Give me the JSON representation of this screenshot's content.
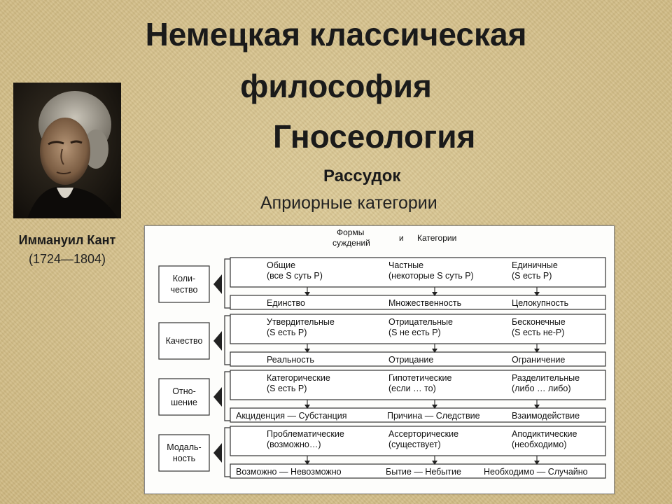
{
  "title": {
    "line1": "Немецкая классическая",
    "line2": "философия",
    "line3": "Гносеология"
  },
  "subtitle": {
    "bold": "Рассудок",
    "normal": "Априорные категории"
  },
  "person": {
    "name": "Иммануил Кант",
    "years": "(1724—1804)"
  },
  "table": {
    "header": {
      "forms_line1": "Формы",
      "forms_line2": "суждений",
      "and": "и",
      "categories": "Категории"
    },
    "groups": [
      {
        "label": [
          "Коли-",
          "чество"
        ],
        "forms": [
          [
            "Общие",
            "(все S суть Р)"
          ],
          [
            "Частные",
            "(некоторые S суть Р)"
          ],
          [
            "Единичные",
            "(S есть Р)"
          ]
        ],
        "categories": [
          "Единство",
          "Множественность",
          "Целокупность"
        ]
      },
      {
        "label": [
          "Качество"
        ],
        "forms": [
          [
            "Утвердительные",
            "(S есть Р)"
          ],
          [
            "Отрицательные",
            "(S не есть Р)"
          ],
          [
            "Бесконечные",
            "(S есть не-Р)"
          ]
        ],
        "categories": [
          "Реальность",
          "Отрицание",
          "Ограничение"
        ]
      },
      {
        "label": [
          "Отно-",
          "шение"
        ],
        "forms": [
          [
            "Категорические",
            "(S есть Р)"
          ],
          [
            "Гипотетические",
            "(если … то)"
          ],
          [
            "Разделительные",
            "(либо … либо)"
          ]
        ],
        "categories": [
          "Акциденция — Субстанция",
          "Причина — Следствие",
          "Взаимодействие"
        ]
      },
      {
        "label": [
          "Модаль-",
          "ность"
        ],
        "forms": [
          [
            "Проблематические",
            "(возможно…)"
          ],
          [
            "Ассерторические",
            "(существует)"
          ],
          [
            "Аподиктические",
            "(необходимо)"
          ]
        ],
        "categories": [
          "Возможно — Невозможно",
          "Бытие — Небытие",
          "Необходимо — Случайно"
        ]
      }
    ]
  }
}
